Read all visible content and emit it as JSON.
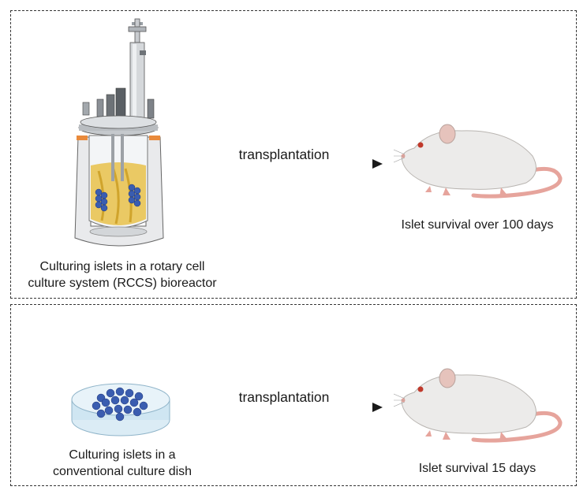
{
  "top": {
    "caption_line1": "Culturing islets in a rotary cell",
    "caption_line2": "culture system (RCCS) bioreactor",
    "arrow_label": "transplantation",
    "outcome": "Islet survival over 100 days"
  },
  "bottom": {
    "caption_line1": "Culturing islets in a",
    "caption_line2": "conventional culture dish",
    "arrow_label": "transplantation",
    "outcome": "Islet survival 15 days"
  },
  "colors": {
    "border": "#333333",
    "islet": "#3a5db0",
    "medium": "#e7c14a",
    "mouse_body": "#ecebea",
    "mouse_pink": "#e6a49c",
    "dish": "#cfe6f2"
  }
}
